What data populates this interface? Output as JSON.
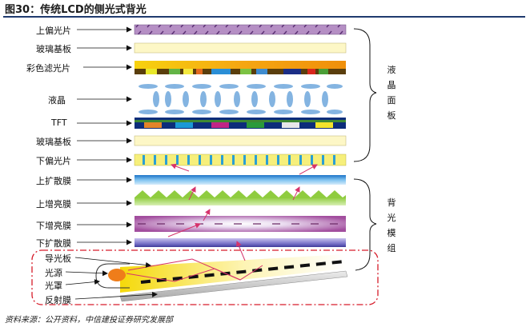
{
  "figure": {
    "title": "图30：传统LCD的侧光式背光",
    "source": "资料来源：公开资料，中信建投证券研究发展部"
  },
  "layers": [
    {
      "id": "upper-polarizer",
      "label": "上偏光片"
    },
    {
      "id": "glass-top",
      "label": "玻璃基板"
    },
    {
      "id": "color-filter",
      "label": "彩色滤光片"
    },
    {
      "id": "liquid-crystal",
      "label": "液晶"
    },
    {
      "id": "tft",
      "label": "TFT"
    },
    {
      "id": "glass-bottom",
      "label": "玻璃基板"
    },
    {
      "id": "lower-polarizer",
      "label": "下偏光片"
    },
    {
      "id": "upper-diffuser",
      "label": "上扩散膜"
    },
    {
      "id": "upper-brightness",
      "label": "上增亮膜"
    },
    {
      "id": "lower-brightness",
      "label": "下增亮膜"
    },
    {
      "id": "lower-diffuser",
      "label": "下扩散膜"
    },
    {
      "id": "light-guide",
      "label": "导光板"
    },
    {
      "id": "light-source",
      "label": "光源"
    },
    {
      "id": "lamp-cover",
      "label": "光罩"
    },
    {
      "id": "reflector",
      "label": "反射膜"
    }
  ],
  "groups": {
    "panel": "液晶面板",
    "backlight": "背光模组"
  },
  "colors": {
    "title_rule": "#1f3a6e",
    "polarizer_upper": "#b58fc4",
    "glass": "#fdf7c6",
    "color_filter_band": "#f2a20b",
    "lc_ellipse": "#6fa8dc",
    "tft_band": "#0d2d7a",
    "lower_polarizer_stripe": "#2a9fd6",
    "diffuser": "#2f8fd8",
    "brightness_green": "#8fcc3f",
    "brightness_purple": "#a24e9e",
    "led": "#ef7d1a",
    "arrow": "#d6336c",
    "dash_outline": "#d61c2a"
  }
}
